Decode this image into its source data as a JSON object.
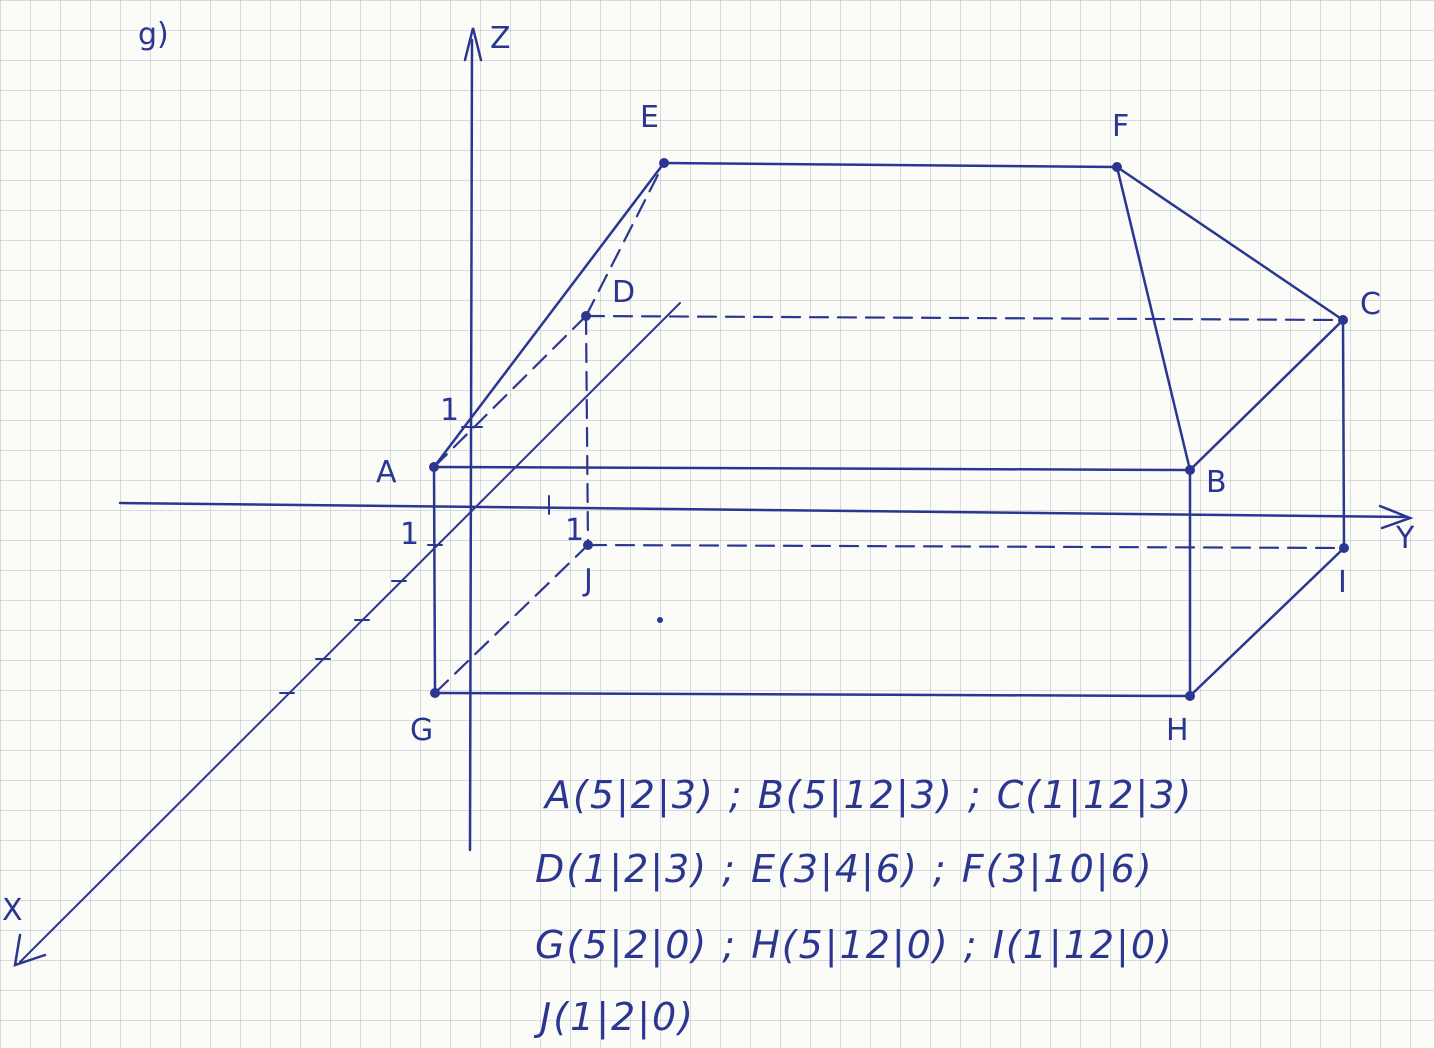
{
  "part_label": "g)",
  "axes": {
    "x_label": "X",
    "y_label": "Y",
    "z_label": "Z",
    "unit_label": "1"
  },
  "points": {
    "A": "A",
    "B": "B",
    "C": "C",
    "D": "D",
    "E": "E",
    "F": "F",
    "G": "G",
    "H": "H",
    "I": "I",
    "J": "J"
  },
  "coordinates": [
    "A(5|2|3) ; B(5|12|3) ; C(1|12|3)",
    "D(1|2|3) ; E(3|4|6) ; F(3|10|6)",
    "G(5|2|0) ; H(5|12|0) ; I(1|12|0)",
    "J(1|2|0)"
  ],
  "colors": {
    "ink": "#2b3690",
    "paper": "#fbfbf8"
  }
}
